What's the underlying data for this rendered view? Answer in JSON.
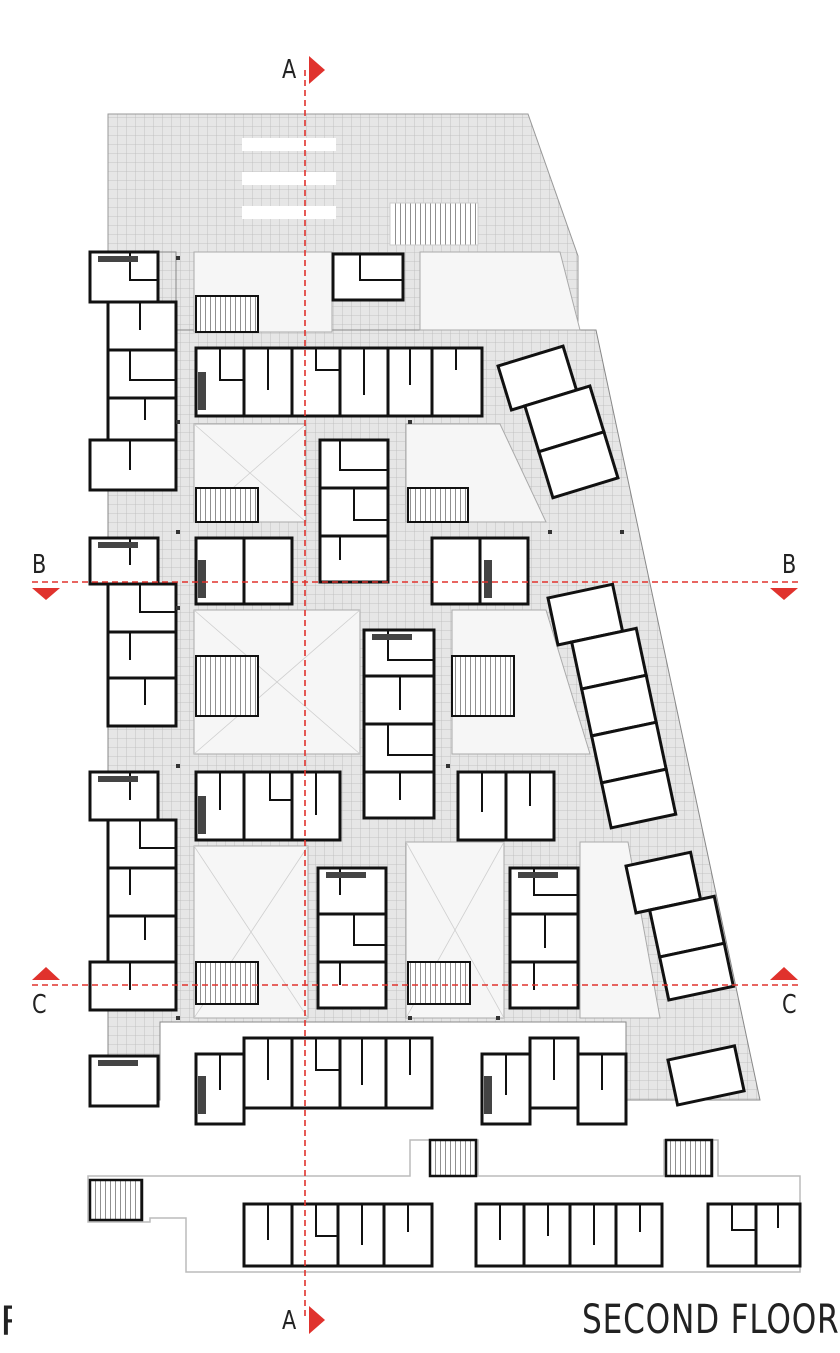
{
  "sections": {
    "a_top": "A",
    "a_bottom": "A",
    "b_left": "B",
    "b_right": "B",
    "c_left": "C",
    "c_right": "C"
  },
  "title": "SECOND FLOOR",
  "cut_letter": "R",
  "colors": {
    "section_line": "#e0322d",
    "paving_grid": "#bdbdbd",
    "paving_fill": "#e8e8e8",
    "wall": "#111111",
    "courtyard": "#f7f7f7"
  },
  "icons": [
    "section-arrow-icon",
    "stair-icon"
  ]
}
